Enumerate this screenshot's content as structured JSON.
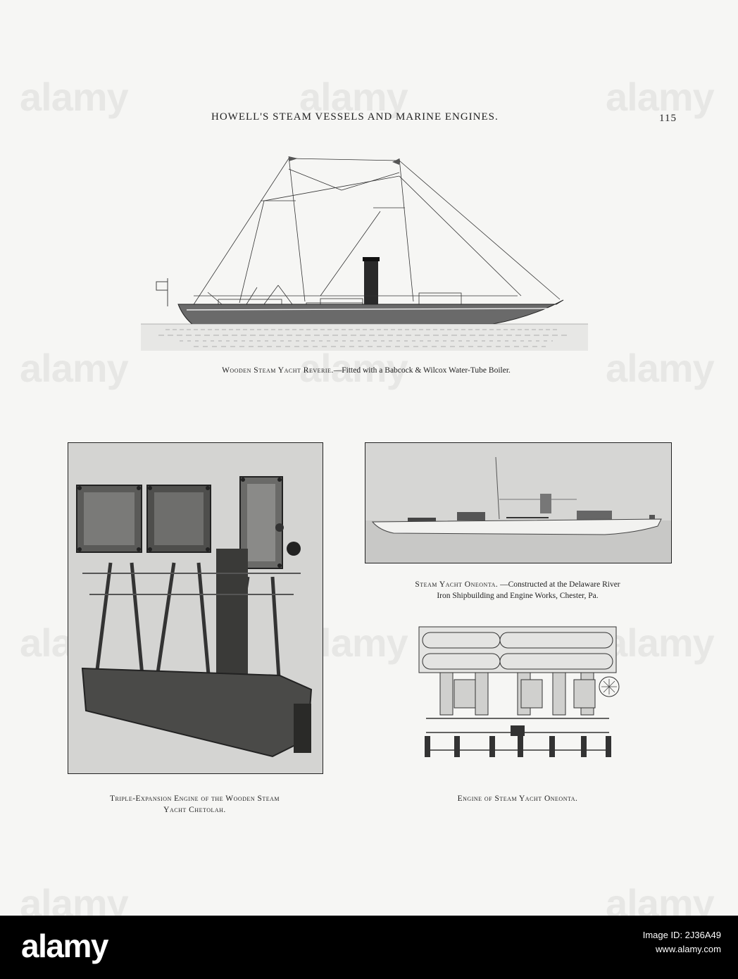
{
  "header": {
    "running_title": "HOWELL'S STEAM VESSELS AND MARINE ENGINES.",
    "page_number": "115"
  },
  "figures": {
    "reverie": {
      "caption_title": "Wooden Steam Yacht Reverie.",
      "caption_text": "—Fitted with a Babcock & Wilcox Water-Tube Boiler."
    },
    "chetolah": {
      "caption_line1": "Triple-Expansion Engine of the Wooden Steam",
      "caption_line2": "Yacht Chetolah."
    },
    "oneonta": {
      "caption_title": "Steam Yacht Oneonta.",
      "caption_line1": " —Constructed at the Delaware River",
      "caption_line2": "Iron Shipbuilding and Engine Works, Chester, Pa."
    },
    "oneonta_engine": {
      "caption": "Engine of Steam Yacht Oneonta."
    }
  },
  "watermark": {
    "text": "alamy"
  },
  "footer": {
    "logo": "alamy",
    "image_id_label": "Image ID: 2J36A49",
    "site": "www.alamy.com"
  }
}
